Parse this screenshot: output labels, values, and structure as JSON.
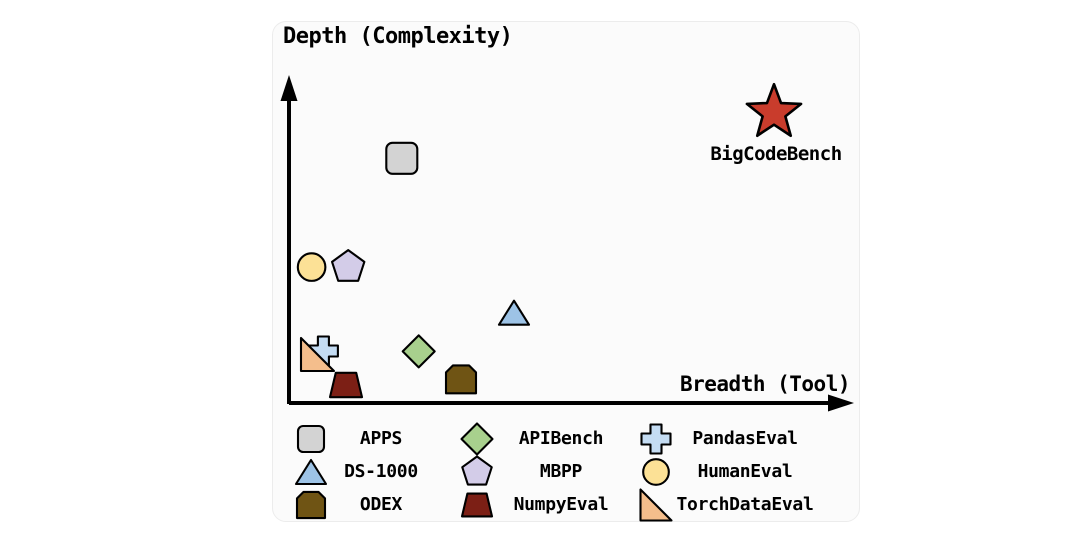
{
  "chart_data": {
    "type": "scatter",
    "title": "",
    "xlabel": "Breadth (Tool)",
    "ylabel": "Depth (Complexity)",
    "x_range": [
      0,
      100
    ],
    "y_range": [
      0,
      100
    ],
    "grid": false,
    "legend_position": "bottom",
    "axis_color": "#000000",
    "points": [
      {
        "name": "APPS",
        "marker": "rounded-square",
        "color": "#D3D3D3",
        "x": 20,
        "y": 70,
        "size": 31
      },
      {
        "name": "BigCodeBench",
        "marker": "star",
        "color": "#C93C2C",
        "x": 86,
        "y": 83,
        "size": 57,
        "label_visible": true
      },
      {
        "name": "HumanEval",
        "marker": "circle",
        "color": "#FCE196",
        "x": 4,
        "y": 39,
        "size": 29
      },
      {
        "name": "MBPP",
        "marker": "pentagon",
        "color": "#D3CCE8",
        "x": 10.5,
        "y": 39,
        "size": 34
      },
      {
        "name": "PandasEval",
        "marker": "plus",
        "color": "#C4DCF3",
        "x": 6.1,
        "y": 15.1,
        "size": 29
      },
      {
        "name": "TorchDataEval",
        "marker": "right-triangle",
        "color": "#F4BE8C",
        "x": 5.05,
        "y": 14.1,
        "size": 33
      },
      {
        "name": "NumpyEval",
        "marker": "trapezoid",
        "color": "#7C1F15",
        "x": 10.1,
        "y": 5.4,
        "size": 32
      },
      {
        "name": "APIBench",
        "marker": "diamond",
        "color": "#A8D08D",
        "x": 23,
        "y": 15,
        "size": 32
      },
      {
        "name": "ODEX",
        "marker": "chamfered-square",
        "color": "#6F5414",
        "x": 30.5,
        "y": 7,
        "size": 30
      },
      {
        "name": "DS-1000",
        "marker": "triangle",
        "color": "#9DC3E6",
        "x": 39.9,
        "y": 26,
        "size": 30
      }
    ]
  },
  "legend": {
    "items": [
      {
        "label": "APPS",
        "marker": "rounded-square",
        "color": "#D3D3D3",
        "size": 26
      },
      {
        "label": "APIBench",
        "marker": "diamond",
        "color": "#A8D08D",
        "size": 31
      },
      {
        "label": "PandasEval",
        "marker": "plus",
        "color": "#C4DCF3",
        "size": 29
      },
      {
        "label": "DS-1000",
        "marker": "triangle",
        "color": "#9DC3E6",
        "size": 30
      },
      {
        "label": "MBPP",
        "marker": "pentagon",
        "color": "#D3CCE8",
        "size": 31
      },
      {
        "label": "HumanEval",
        "marker": "circle",
        "color": "#FCE196",
        "size": 27
      },
      {
        "label": "ODEX",
        "marker": "chamfered-square",
        "color": "#6F5414",
        "size": 28
      },
      {
        "label": "NumpyEval",
        "marker": "trapezoid",
        "color": "#7C1F15",
        "size": 30
      },
      {
        "label": "TorchDataEval",
        "marker": "right-triangle",
        "color": "#F4BE8C",
        "size": 31
      }
    ]
  }
}
